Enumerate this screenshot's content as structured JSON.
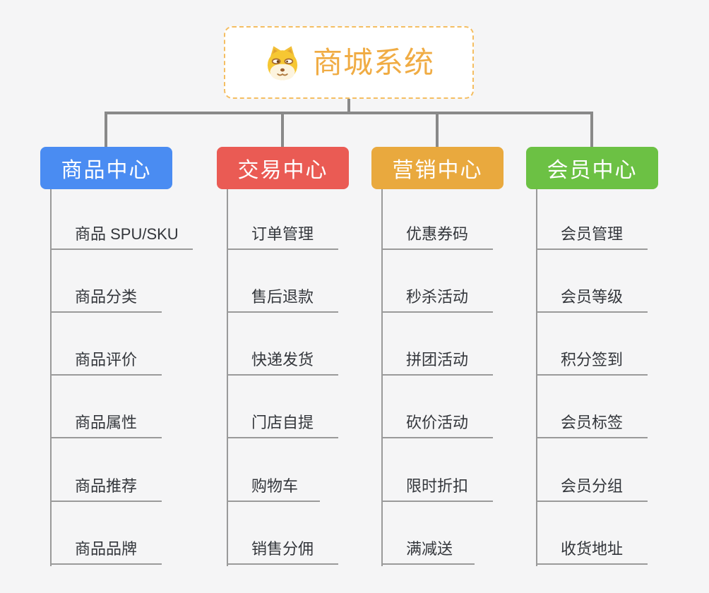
{
  "root": {
    "title": "商城系统",
    "icon": "doge-icon"
  },
  "branches": [
    {
      "label": "商品中心",
      "color": "#4a8cf2",
      "items": [
        "商品 SPU/SKU",
        "商品分类",
        "商品评价",
        "商品属性",
        "商品推荐",
        "商品品牌"
      ]
    },
    {
      "label": "交易中心",
      "color": "#ea5b54",
      "items": [
        "订单管理",
        "售后退款",
        "快递发货",
        "门店自提",
        "购物车",
        "销售分佣"
      ]
    },
    {
      "label": "营销中心",
      "color": "#e9a93e",
      "items": [
        "优惠券码",
        "秒杀活动",
        "拼团活动",
        "砍价活动",
        "限时折扣",
        "满减送"
      ]
    },
    {
      "label": "会员中心",
      "color": "#6cc144",
      "items": [
        "会员管理",
        "会员等级",
        "积分签到",
        "会员标签",
        "会员分组",
        "收货地址"
      ]
    }
  ],
  "colors": {
    "background": "#f5f5f6",
    "root_border": "#f4be62",
    "root_text": "#f0ac44",
    "connector": "#898989",
    "leaf_line": "#9a9a9a",
    "leaf_text": "#33363b"
  }
}
